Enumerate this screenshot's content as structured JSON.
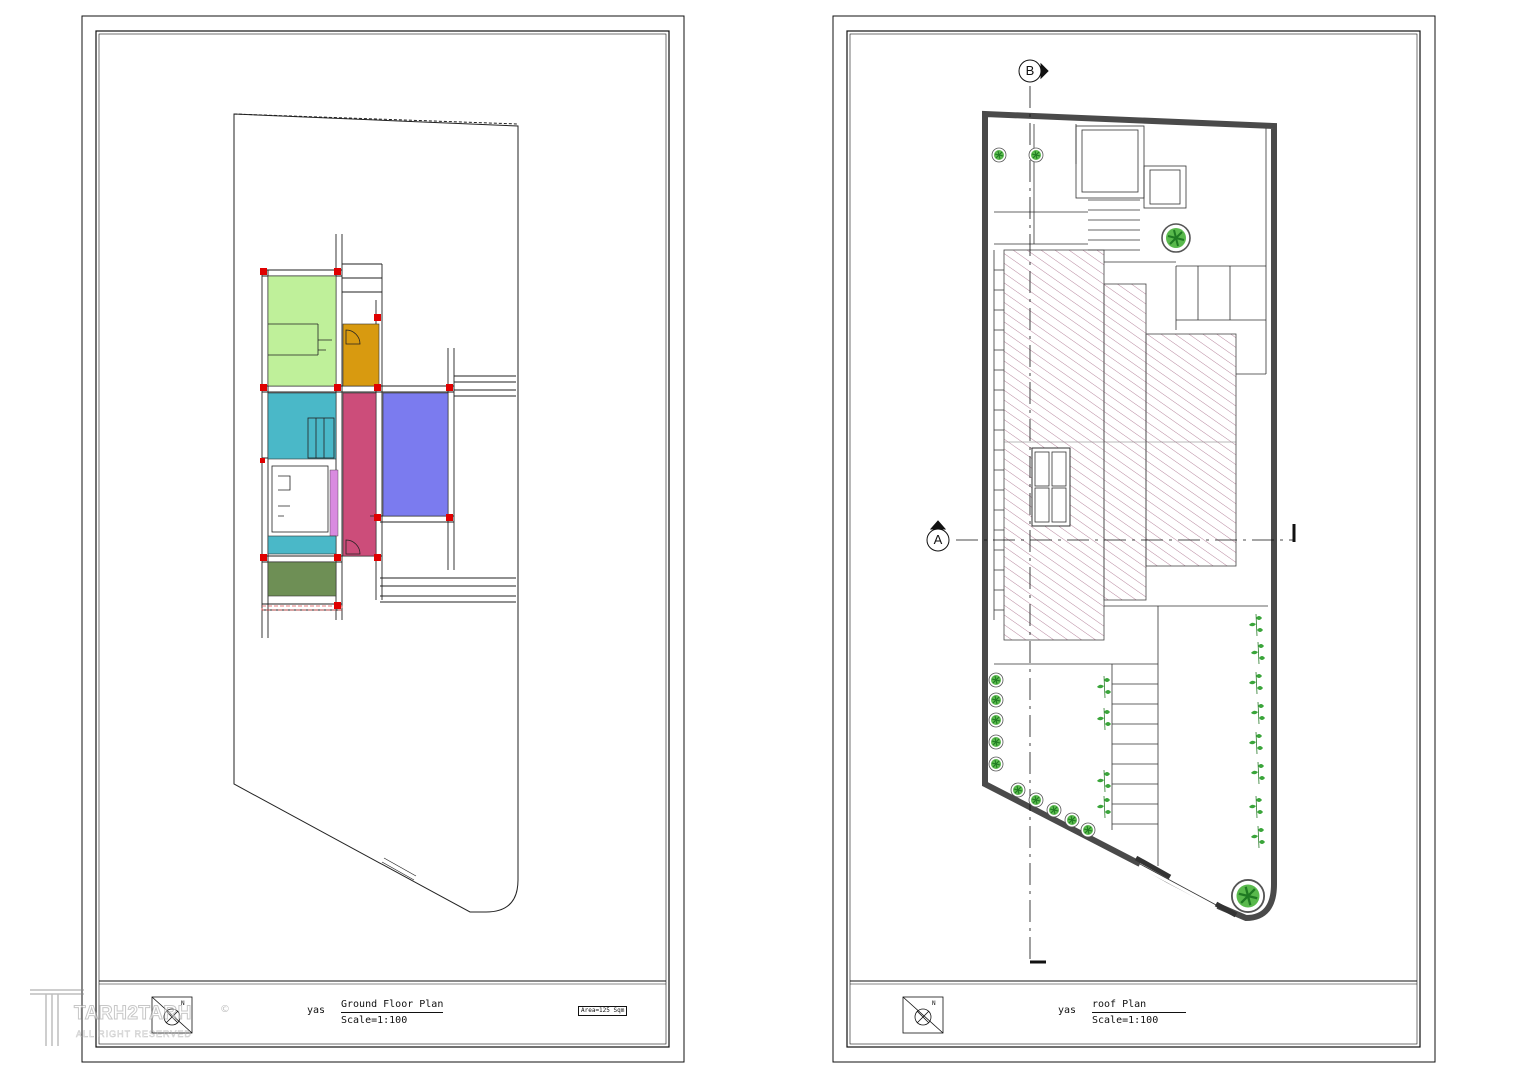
{
  "left_sheet": {
    "owner": "yas",
    "plan_title": "Ground Floor Plan",
    "scale": "Scale=1:100",
    "area": "Area=125 Sqm",
    "north_label": "N"
  },
  "right_sheet": {
    "owner": "yas",
    "plan_title": "roof Plan",
    "scale": "Scale=1:100",
    "north_label": "N",
    "section_a": "A",
    "section_b": "B"
  },
  "watermark": {
    "brand": "TARH2TARH",
    "tagline": "ALL RIGHT RESERVED",
    "copyright": "©"
  },
  "colors": {
    "bedroom": "#bff09a",
    "storage": "#d89a10",
    "bath": "#4ab8c8",
    "corridor": "#cc4d7a",
    "living": "#7b7bef",
    "balcony": "#6e8f55",
    "pink_strip": "#d98be0",
    "column": "#e00000",
    "hatch": "#b07090",
    "plant": "#3aa53a",
    "parapet": "#4a4a4a"
  }
}
